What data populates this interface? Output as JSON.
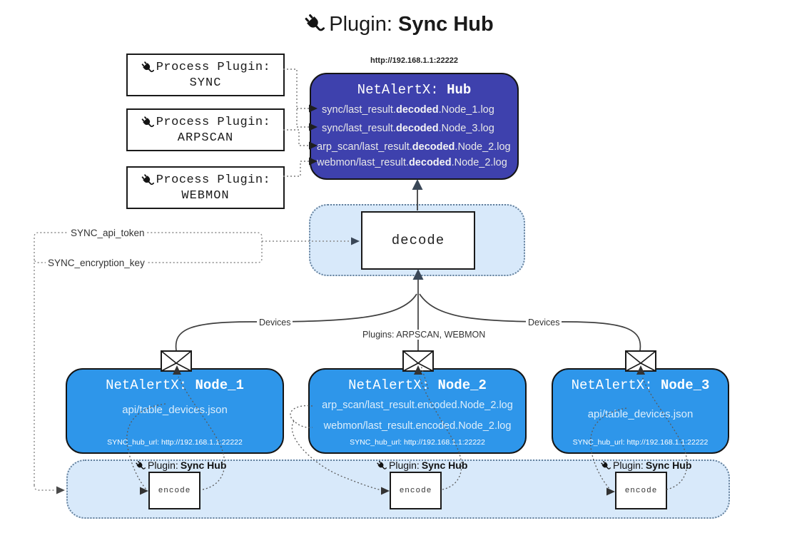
{
  "title": {
    "prefix": "Plugin: ",
    "bold": "Sync Hub"
  },
  "process_plugins": [
    {
      "label": "Process Plugin:",
      "name": "SYNC"
    },
    {
      "label": "Process Plugin:",
      "name": "ARPSCAN"
    },
    {
      "label": "Process Plugin:",
      "name": "WEBMON"
    }
  ],
  "hub": {
    "url": "http://192.168.1.1:22222",
    "title_prefix": "NetAlertX: ",
    "title_bold": "Hub",
    "logs": [
      {
        "pre": "sync/last_result.",
        "mid": "decoded",
        "post": ".Node_1.log"
      },
      {
        "pre": "sync/last_result.",
        "mid": "decoded",
        "post": ".Node_3.log"
      },
      {
        "pre": "arp_scan/last_result.",
        "mid": "decoded",
        "post": ".Node_2.log"
      },
      {
        "pre": "webmon/last_result.",
        "mid": "decoded",
        "post": ".Node_2.log"
      }
    ]
  },
  "decode": {
    "label": "decode"
  },
  "tokens": {
    "api_token": "SYNC_api_token",
    "encryption_key": "SYNC_encryption_key"
  },
  "edge_labels": {
    "devices_left": "Devices",
    "plugins_mid": "Plugins: ARPSCAN, WEBMON",
    "devices_right": "Devices"
  },
  "nodes": [
    {
      "title_prefix": "NetAlertX: ",
      "title_bold": "Node_1",
      "lines": [
        "api/table_devices.json"
      ],
      "hub_url": "SYNC_hub_url: http://192.168.1.1:22222"
    },
    {
      "title_prefix": "NetAlertX: ",
      "title_bold": "Node_2",
      "lines": [
        "arp_scan/last_result.encoded.Node_2.log",
        "webmon/last_result.encoded.Node_2.log"
      ],
      "hub_url": "SYNC_hub_url: http://192.168.1.1:22222"
    },
    {
      "title_prefix": "NetAlertX: ",
      "title_bold": "Node_3",
      "lines": [
        "api/table_devices.json"
      ],
      "hub_url": "SYNC_hub_url: http://192.168.1.1:22222"
    }
  ],
  "encoder": {
    "plugin_prefix": "Plugin: ",
    "plugin_bold": "Sync Hub",
    "box_label": "encode"
  },
  "colors": {
    "hub_bg": "#3e41ad",
    "node_bg": "#2e96ea",
    "container_bg": "#d8e9fa",
    "container_border": "#64809c",
    "line": "#3f3f3f",
    "arrow_dark": "#3a4757"
  }
}
